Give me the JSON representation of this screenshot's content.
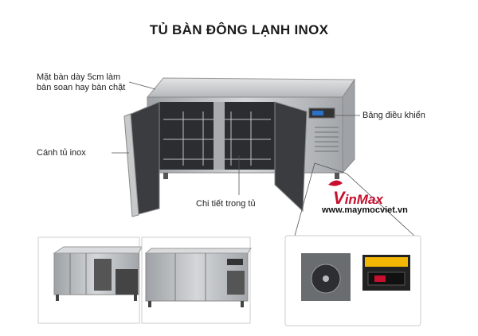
{
  "title": "TỦ BÀN ĐÔNG LẠNH INOX",
  "callouts": {
    "tabletop_line1": "Mặt bàn dày 5cm làm",
    "tabletop_line2": "bàn soan hay bàn chặt",
    "control_panel": "Bảng điều khiển",
    "door": "Cánh tủ inox",
    "interior": "Chi tiết trong tủ"
  },
  "brand": {
    "v": "V",
    "name": "inMax",
    "website": "www.maymocviet.vn"
  },
  "colors": {
    "steel": "#b9bcbf",
    "steel_dark": "#8c9094",
    "brand_red": "#c8102e",
    "accent_blue": "#2a72c9"
  }
}
